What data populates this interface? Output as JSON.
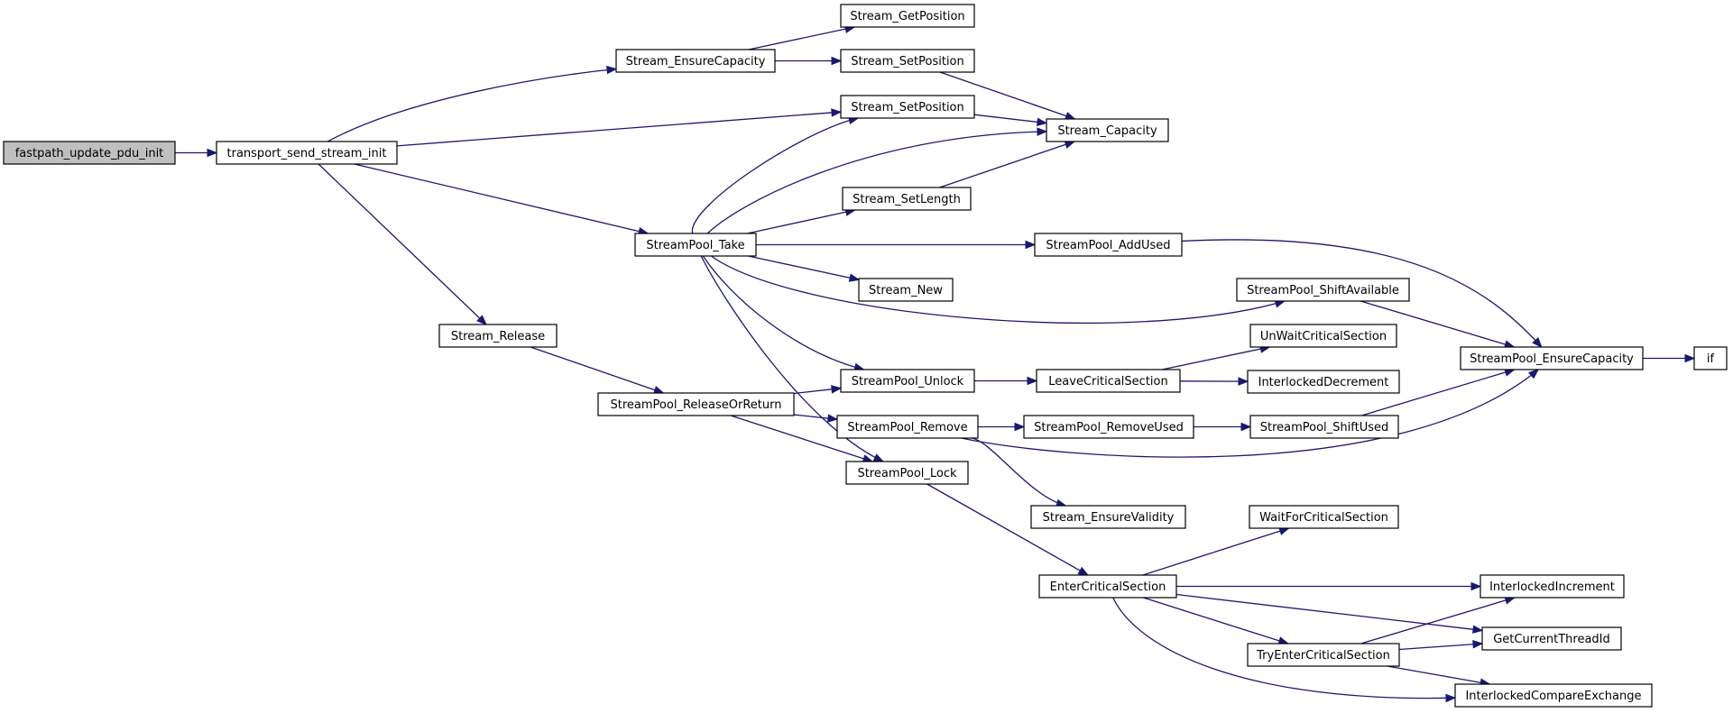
{
  "diagram": {
    "edge_color": "#191970",
    "root_fill": "#bfbfbf",
    "nodes": {
      "fastpath": {
        "label": "fastpath_update_pdu_init",
        "root": true
      },
      "transport": {
        "label": "transport_send_stream_init"
      },
      "ensurecap": {
        "label": "Stream_EnsureCapacity"
      },
      "getpos": {
        "label": "Stream_GetPosition"
      },
      "setpos1": {
        "label": "Stream_SetPosition"
      },
      "setpos2": {
        "label": "Stream_SetPosition"
      },
      "capacity": {
        "label": "Stream_Capacity"
      },
      "setlength": {
        "label": "Stream_SetLength"
      },
      "take": {
        "label": "StreamPool_Take"
      },
      "addused": {
        "label": "StreamPool_AddUsed"
      },
      "new": {
        "label": "Stream_New"
      },
      "shiftavail": {
        "label": "StreamPool_ShiftAvailable"
      },
      "release": {
        "label": "Stream_Release"
      },
      "releaseorreturn": {
        "label": "StreamPool_ReleaseOrReturn"
      },
      "unlock": {
        "label": "StreamPool_Unlock"
      },
      "leavecs": {
        "label": "LeaveCriticalSection"
      },
      "unwaitcs": {
        "label": "UnWaitCriticalSection"
      },
      "interdec": {
        "label": "InterlockedDecrement"
      },
      "poolensurecap": {
        "label": "StreamPool_EnsureCapacity"
      },
      "if": {
        "label": "if"
      },
      "remove": {
        "label": "StreamPool_Remove"
      },
      "removeused": {
        "label": "StreamPool_RemoveUsed"
      },
      "shiftused": {
        "label": "StreamPool_ShiftUsed"
      },
      "lock": {
        "label": "StreamPool_Lock"
      },
      "ensurevalid": {
        "label": "Stream_EnsureValidity"
      },
      "waitcs": {
        "label": "WaitForCriticalSection"
      },
      "entercs": {
        "label": "EnterCriticalSection"
      },
      "interinc": {
        "label": "InterlockedIncrement"
      },
      "getthread": {
        "label": "GetCurrentThreadId"
      },
      "tryentercs": {
        "label": "TryEnterCriticalSection"
      },
      "intercmpx": {
        "label": "InterlockedCompareExchange"
      }
    },
    "edges": [
      [
        "fastpath",
        "transport"
      ],
      [
        "transport",
        "ensurecap"
      ],
      [
        "transport",
        "setpos2"
      ],
      [
        "transport",
        "take"
      ],
      [
        "transport",
        "release"
      ],
      [
        "ensurecap",
        "getpos"
      ],
      [
        "ensurecap",
        "setpos1"
      ],
      [
        "setpos1",
        "capacity"
      ],
      [
        "setpos2",
        "capacity"
      ],
      [
        "setlength",
        "capacity"
      ],
      [
        "take",
        "setpos2"
      ],
      [
        "take",
        "capacity"
      ],
      [
        "take",
        "setlength"
      ],
      [
        "take",
        "addused"
      ],
      [
        "take",
        "new"
      ],
      [
        "take",
        "shiftavail"
      ],
      [
        "take",
        "unlock"
      ],
      [
        "take",
        "lock"
      ],
      [
        "addused",
        "poolensurecap"
      ],
      [
        "shiftavail",
        "poolensurecap"
      ],
      [
        "release",
        "releaseorreturn"
      ],
      [
        "releaseorreturn",
        "unlock"
      ],
      [
        "releaseorreturn",
        "remove"
      ],
      [
        "releaseorreturn",
        "lock"
      ],
      [
        "unlock",
        "leavecs"
      ],
      [
        "leavecs",
        "unwaitcs"
      ],
      [
        "leavecs",
        "interdec"
      ],
      [
        "poolensurecap",
        "if"
      ],
      [
        "remove",
        "removeused"
      ],
      [
        "remove",
        "ensurevalid"
      ],
      [
        "remove",
        "poolensurecap"
      ],
      [
        "removeused",
        "shiftused"
      ],
      [
        "shiftused",
        "poolensurecap"
      ],
      [
        "lock",
        "entercs"
      ],
      [
        "entercs",
        "waitcs"
      ],
      [
        "entercs",
        "interinc"
      ],
      [
        "entercs",
        "getthread"
      ],
      [
        "entercs",
        "tryentercs"
      ],
      [
        "entercs",
        "intercmpx"
      ],
      [
        "tryentercs",
        "interinc"
      ],
      [
        "tryentercs",
        "getthread"
      ],
      [
        "tryentercs",
        "intercmpx"
      ]
    ]
  }
}
